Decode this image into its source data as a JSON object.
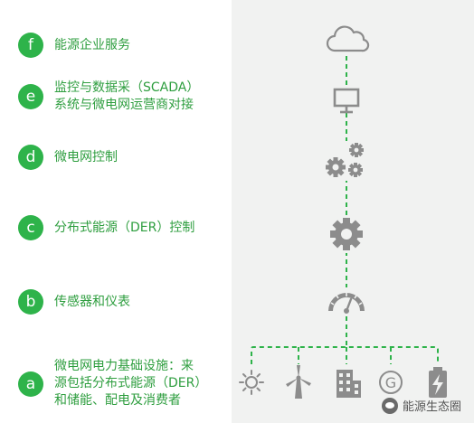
{
  "layers": [
    {
      "badge": "f",
      "label": "能源企业服务",
      "icon": "cloud-icon"
    },
    {
      "badge": "e",
      "label": "监控与数据采（SCADA）\n系统与微电网运营商对接",
      "icon": "monitor-icon"
    },
    {
      "badge": "d",
      "label": "微电网控制",
      "icon": "gears-icon"
    },
    {
      "badge": "c",
      "label": "分布式能源（DER）控制",
      "icon": "gear-icon"
    },
    {
      "badge": "b",
      "label": "传感器和仪表",
      "icon": "gauge-icon"
    },
    {
      "badge": "a",
      "label": "微电网电力基础设施：来\n源包括分布式能源（DER）\n和储能、配电及消费者",
      "icon": "infrastructure-icons"
    }
  ],
  "infrastructure": {
    "icons": [
      "sun-icon",
      "wind-turbine-icon",
      "building-icon",
      "generator-icon",
      "battery-icon"
    ],
    "generator_letter": "G"
  },
  "watermark": {
    "text": "能源生态圈"
  },
  "colors": {
    "accent": "#2eb34a",
    "label_text": "#2e9e3f",
    "icon_gray": "#8c8c8c",
    "right_panel_bg": "#f1f2f1"
  }
}
